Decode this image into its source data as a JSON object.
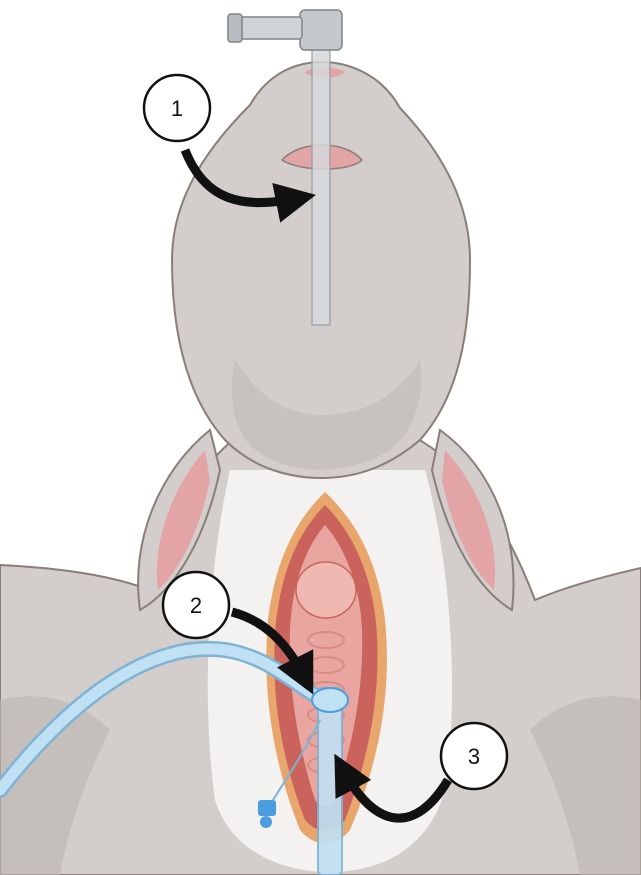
{
  "colors": {
    "fur": "#d3cecb",
    "fur_shadow": "#bdb6b2",
    "outline": "#8a7e78",
    "ear_pink": "#e3a4a6",
    "belly": "#f3f2f1",
    "skin_edge": "#e8a66c",
    "incision": "#c9635c",
    "tissue": "#e9a6a0",
    "tube": "#bfe1f3",
    "tube_edge": "#7fb3d5",
    "connector": "#4b9de0",
    "arrow": "#111111"
  },
  "callouts": [
    {
      "label": "1",
      "icon": "arrow-icon"
    },
    {
      "label": "2",
      "icon": "arrow-icon"
    },
    {
      "label": "3",
      "icon": "arrow-icon"
    }
  ]
}
